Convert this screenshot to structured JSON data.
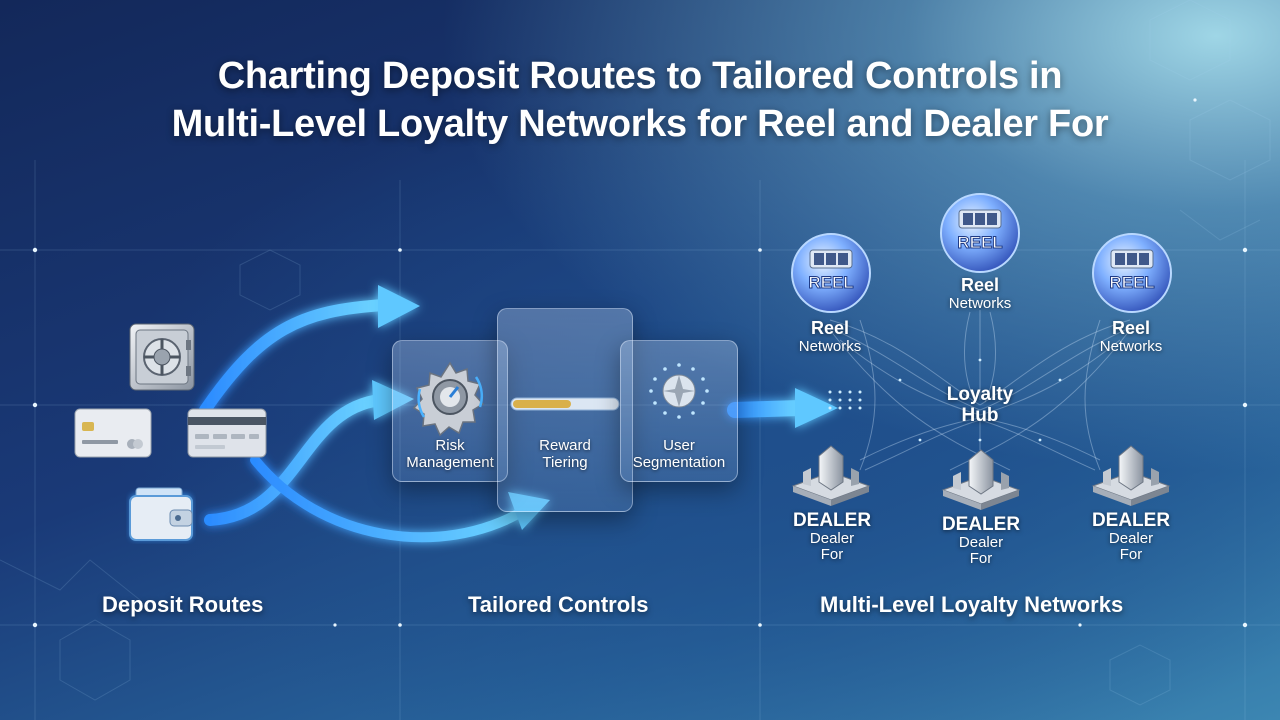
{
  "title": {
    "line1": "Charting Deposit Routes to Tailored Controls in",
    "line2": "Multi-Level Loyalty Networks for Reel and Dealer For"
  },
  "sections": {
    "deposit": "Deposit Routes",
    "controls": "Tailored Controls",
    "loyalty": "Multi-Level Loyalty Networks"
  },
  "deposit_icons": [
    "vault-safe-icon",
    "credit-card-icon",
    "bank-card-icon",
    "wallet-icon"
  ],
  "controls": {
    "risk": {
      "line1": "Risk",
      "line2": "Management"
    },
    "reward": {
      "line1": "Reward",
      "line2": "Tiering"
    },
    "segmentation": {
      "line1": "User",
      "line2": "Segmentation"
    }
  },
  "reel_badge_text": "REEL",
  "reel_nodes": [
    {
      "line1": "Reel",
      "line2": "Networks"
    },
    {
      "line1": "Reel",
      "line2": "Networks"
    },
    {
      "line1": "Reel",
      "line2": "Networks"
    }
  ],
  "hub": {
    "line1": "Loyalty",
    "line2": "Hub"
  },
  "dealer_nodes": [
    {
      "line1": "DEALER",
      "line2": "Dealer",
      "line3": "For"
    },
    {
      "line1": "DEALER",
      "line2": "Dealer",
      "line3": "For"
    },
    {
      "line1": "DEALER",
      "line2": "Dealer",
      "line3": "For"
    }
  ],
  "colors": {
    "accent_cyan": "#5fd0ff",
    "arrow_glow": "#2aa8ff",
    "reel_orb": "#7fb0ff"
  }
}
